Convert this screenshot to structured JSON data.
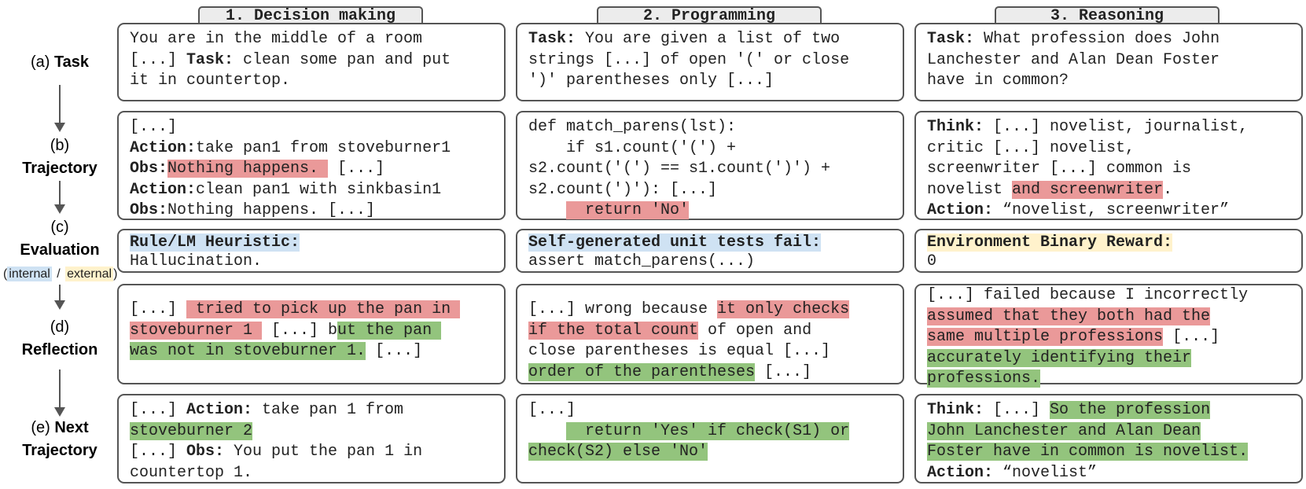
{
  "columns": [
    {
      "title": "1. Decision making"
    },
    {
      "title": "2. Programming"
    },
    {
      "title": "3. Reasoning"
    }
  ],
  "rows": [
    {
      "prefix": "(a)",
      "label": "Task"
    },
    {
      "prefix": "(b)",
      "label": "Trajectory"
    },
    {
      "prefix": "(c)",
      "label": "Evaluation"
    },
    {
      "prefix": "(d)",
      "label": "Reflection"
    },
    {
      "prefix": "(e)",
      "label": "Next",
      "label2": "Trajectory"
    }
  ],
  "legend": {
    "internal": "internal",
    "sep": " / ",
    "external": "external"
  },
  "cells": {
    "task": [
      {
        "lines": [
          [
            {
              "t": "You are in the middle of a room"
            }
          ],
          [
            {
              "t": "[...] "
            },
            {
              "t": "Task:",
              "s": "b"
            },
            {
              "t": " clean some pan and put"
            }
          ],
          [
            {
              "t": "it in countertop."
            }
          ]
        ]
      },
      {
        "lines": [
          [
            {
              "t": "Task:",
              "s": "b"
            },
            {
              "t": " You are given a list of two"
            }
          ],
          [
            {
              "t": "strings [...] of open '(' or close"
            }
          ],
          [
            {
              "t": "')' parentheses only [...]"
            }
          ]
        ]
      },
      {
        "lines": [
          [
            {
              "t": "Task:",
              "s": "b"
            },
            {
              "t": " What profession does John"
            }
          ],
          [
            {
              "t": "Lanchester and Alan Dean Foster"
            }
          ],
          [
            {
              "t": "have in common?"
            }
          ]
        ]
      }
    ],
    "trajectory": [
      {
        "lines": [
          [
            {
              "t": "[...]"
            }
          ],
          [
            {
              "t": "Action:",
              "s": "b"
            },
            {
              "t": "take pan1 from stoveburner1"
            }
          ],
          [
            {
              "t": "Obs:",
              "s": "b"
            },
            {
              "t": "Nothing happens. ",
              "s": "red"
            },
            {
              "t": " [...]"
            }
          ],
          [
            {
              "t": "Action:",
              "s": "b"
            },
            {
              "t": "clean pan1 with sinkbasin1"
            }
          ],
          [
            {
              "t": "Obs:",
              "s": "b"
            },
            {
              "t": "Nothing happens. [...]"
            }
          ]
        ]
      },
      {
        "lines": [
          [
            {
              "t": "def match_parens(lst):"
            }
          ],
          [
            {
              "t": "    if s1.count('(') +"
            }
          ],
          [
            {
              "t": "s2.count('(') == s1.count(')') +"
            }
          ],
          [
            {
              "t": "s2.count(')'): [...]"
            }
          ],
          [
            {
              "t": "    "
            },
            {
              "t": "  return 'No'",
              "s": "red"
            }
          ]
        ]
      },
      {
        "lines": [
          [
            {
              "t": "Think:",
              "s": "b"
            },
            {
              "t": " [...] novelist, journalist,"
            }
          ],
          [
            {
              "t": "critic [...] novelist,"
            }
          ],
          [
            {
              "t": "screenwriter [...] common is"
            }
          ],
          [
            {
              "t": "novelist "
            },
            {
              "t": "and screenwriter",
              "s": "red"
            },
            {
              "t": "."
            }
          ],
          [
            {
              "t": "Action:",
              "s": "b"
            },
            {
              "t": " “novelist, screenwriter”"
            }
          ]
        ]
      }
    ],
    "evaluation": [
      {
        "lines": [
          [
            {
              "t": "Rule/LM Heuristic:",
              "s": "b blue"
            }
          ],
          [
            {
              "t": "Hallucination."
            }
          ]
        ]
      },
      {
        "lines": [
          [
            {
              "t": "Self-generated unit tests fail:",
              "s": "b blue"
            }
          ],
          [
            {
              "t": "assert match_parens(...)"
            }
          ]
        ]
      },
      {
        "lines": [
          [
            {
              "t": "Environment Binary Reward:",
              "s": "b yellow"
            }
          ],
          [
            {
              "t": "0"
            }
          ]
        ]
      }
    ],
    "reflection": [
      {
        "lines": [
          [
            {
              "t": ""
            }
          ],
          [
            {
              "t": "[...] "
            },
            {
              "t": " tried to pick up the pan in ",
              "s": "red"
            }
          ],
          [
            {
              "t": "stoveburner 1 ",
              "s": "red"
            },
            {
              "t": " [...] b"
            },
            {
              "t": "ut the pan ",
              "s": "green"
            }
          ],
          [
            {
              "t": "was not in stoveburner 1.",
              "s": "green"
            },
            {
              "t": " [...]"
            }
          ]
        ]
      },
      {
        "lines": [
          [
            {
              "t": ""
            }
          ],
          [
            {
              "t": "[...] wrong because "
            },
            {
              "t": "it only checks",
              "s": "red"
            }
          ],
          [
            {
              "t": "if the total count",
              "s": "red"
            },
            {
              "t": " of open and"
            }
          ],
          [
            {
              "t": "close parentheses is equal [...]"
            }
          ],
          [
            {
              "t": "order of the parentheses",
              "s": "green"
            },
            {
              "t": " [...]"
            }
          ]
        ]
      },
      {
        "lines": [
          [
            {
              "t": "[...] failed because I incorrectly"
            }
          ],
          [
            {
              "t": "assumed that they both had the",
              "s": "red"
            }
          ],
          [
            {
              "t": "same multiple professions",
              "s": "red"
            },
            {
              "t": " [...]"
            }
          ],
          [
            {
              "t": "accurately identifying their",
              "s": "green"
            }
          ],
          [
            {
              "t": "professions.",
              "s": "green"
            }
          ]
        ]
      }
    ],
    "next": [
      {
        "lines": [
          [
            {
              "t": "[...] "
            },
            {
              "t": "Action:",
              "s": "b"
            },
            {
              "t": " take pan 1 from"
            }
          ],
          [
            {
              "t": "stoveburner 2",
              "s": "green"
            }
          ],
          [
            {
              "t": "[...] "
            },
            {
              "t": "Obs:",
              "s": "b"
            },
            {
              "t": " You put the pan 1 in"
            }
          ],
          [
            {
              "t": "countertop 1."
            }
          ]
        ]
      },
      {
        "lines": [
          [
            {
              "t": "[...]"
            }
          ],
          [
            {
              "t": "    "
            },
            {
              "t": "  return 'Yes' if check(S1) or",
              "s": "green"
            }
          ],
          [
            {
              "t": "check(S2) else 'No'",
              "s": "green"
            }
          ]
        ]
      },
      {
        "lines": [
          [
            {
              "t": "Think:",
              "s": "b"
            },
            {
              "t": " [...] "
            },
            {
              "t": "So the profession",
              "s": "green"
            }
          ],
          [
            {
              "t": "John Lanchester and Alan Dean",
              "s": "green"
            }
          ],
          [
            {
              "t": "Foster have in common is novelist.",
              "s": "green"
            }
          ],
          [
            {
              "t": "Action:",
              "s": "b"
            },
            {
              "t": " “novelist”"
            }
          ]
        ]
      }
    ]
  }
}
